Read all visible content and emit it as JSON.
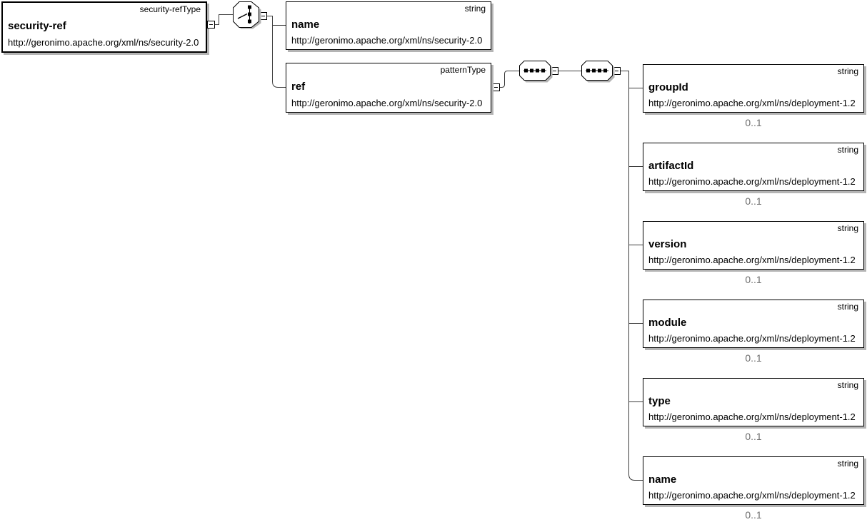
{
  "diagram": {
    "root": {
      "name": "security-ref",
      "type": "security-refType",
      "namespace": "http://geronimo.apache.org/xml/ns/security-2.0"
    },
    "icons": {
      "choice": "choice-compositor-icon",
      "sequence": "sequence-compositor-icon",
      "collapse": "collapse-toggle-icon"
    },
    "children": [
      {
        "name": "name",
        "type": "string",
        "namespace": "http://geronimo.apache.org/xml/ns/security-2.0"
      },
      {
        "name": "ref",
        "type": "patternType",
        "namespace": "http://geronimo.apache.org/xml/ns/security-2.0"
      }
    ],
    "ref_children": [
      {
        "name": "groupId",
        "type": "string",
        "namespace": "http://geronimo.apache.org/xml/ns/deployment-1.2",
        "cardinality": "0..1"
      },
      {
        "name": "artifactId",
        "type": "string",
        "namespace": "http://geronimo.apache.org/xml/ns/deployment-1.2",
        "cardinality": "0..1"
      },
      {
        "name": "version",
        "type": "string",
        "namespace": "http://geronimo.apache.org/xml/ns/deployment-1.2",
        "cardinality": "0..1"
      },
      {
        "name": "module",
        "type": "string",
        "namespace": "http://geronimo.apache.org/xml/ns/deployment-1.2",
        "cardinality": "0..1"
      },
      {
        "name": "type",
        "type": "string",
        "namespace": "http://geronimo.apache.org/xml/ns/deployment-1.2",
        "cardinality": "0..1"
      },
      {
        "name": "name",
        "type": "string",
        "namespace": "http://geronimo.apache.org/xml/ns/deployment-1.2",
        "cardinality": "0..1"
      }
    ],
    "colors": {
      "box_border": "#000000",
      "box_shadow": "#b4b4b4",
      "connector": "#3c3c3c",
      "cardinality_text": "#6e6e6e"
    }
  }
}
